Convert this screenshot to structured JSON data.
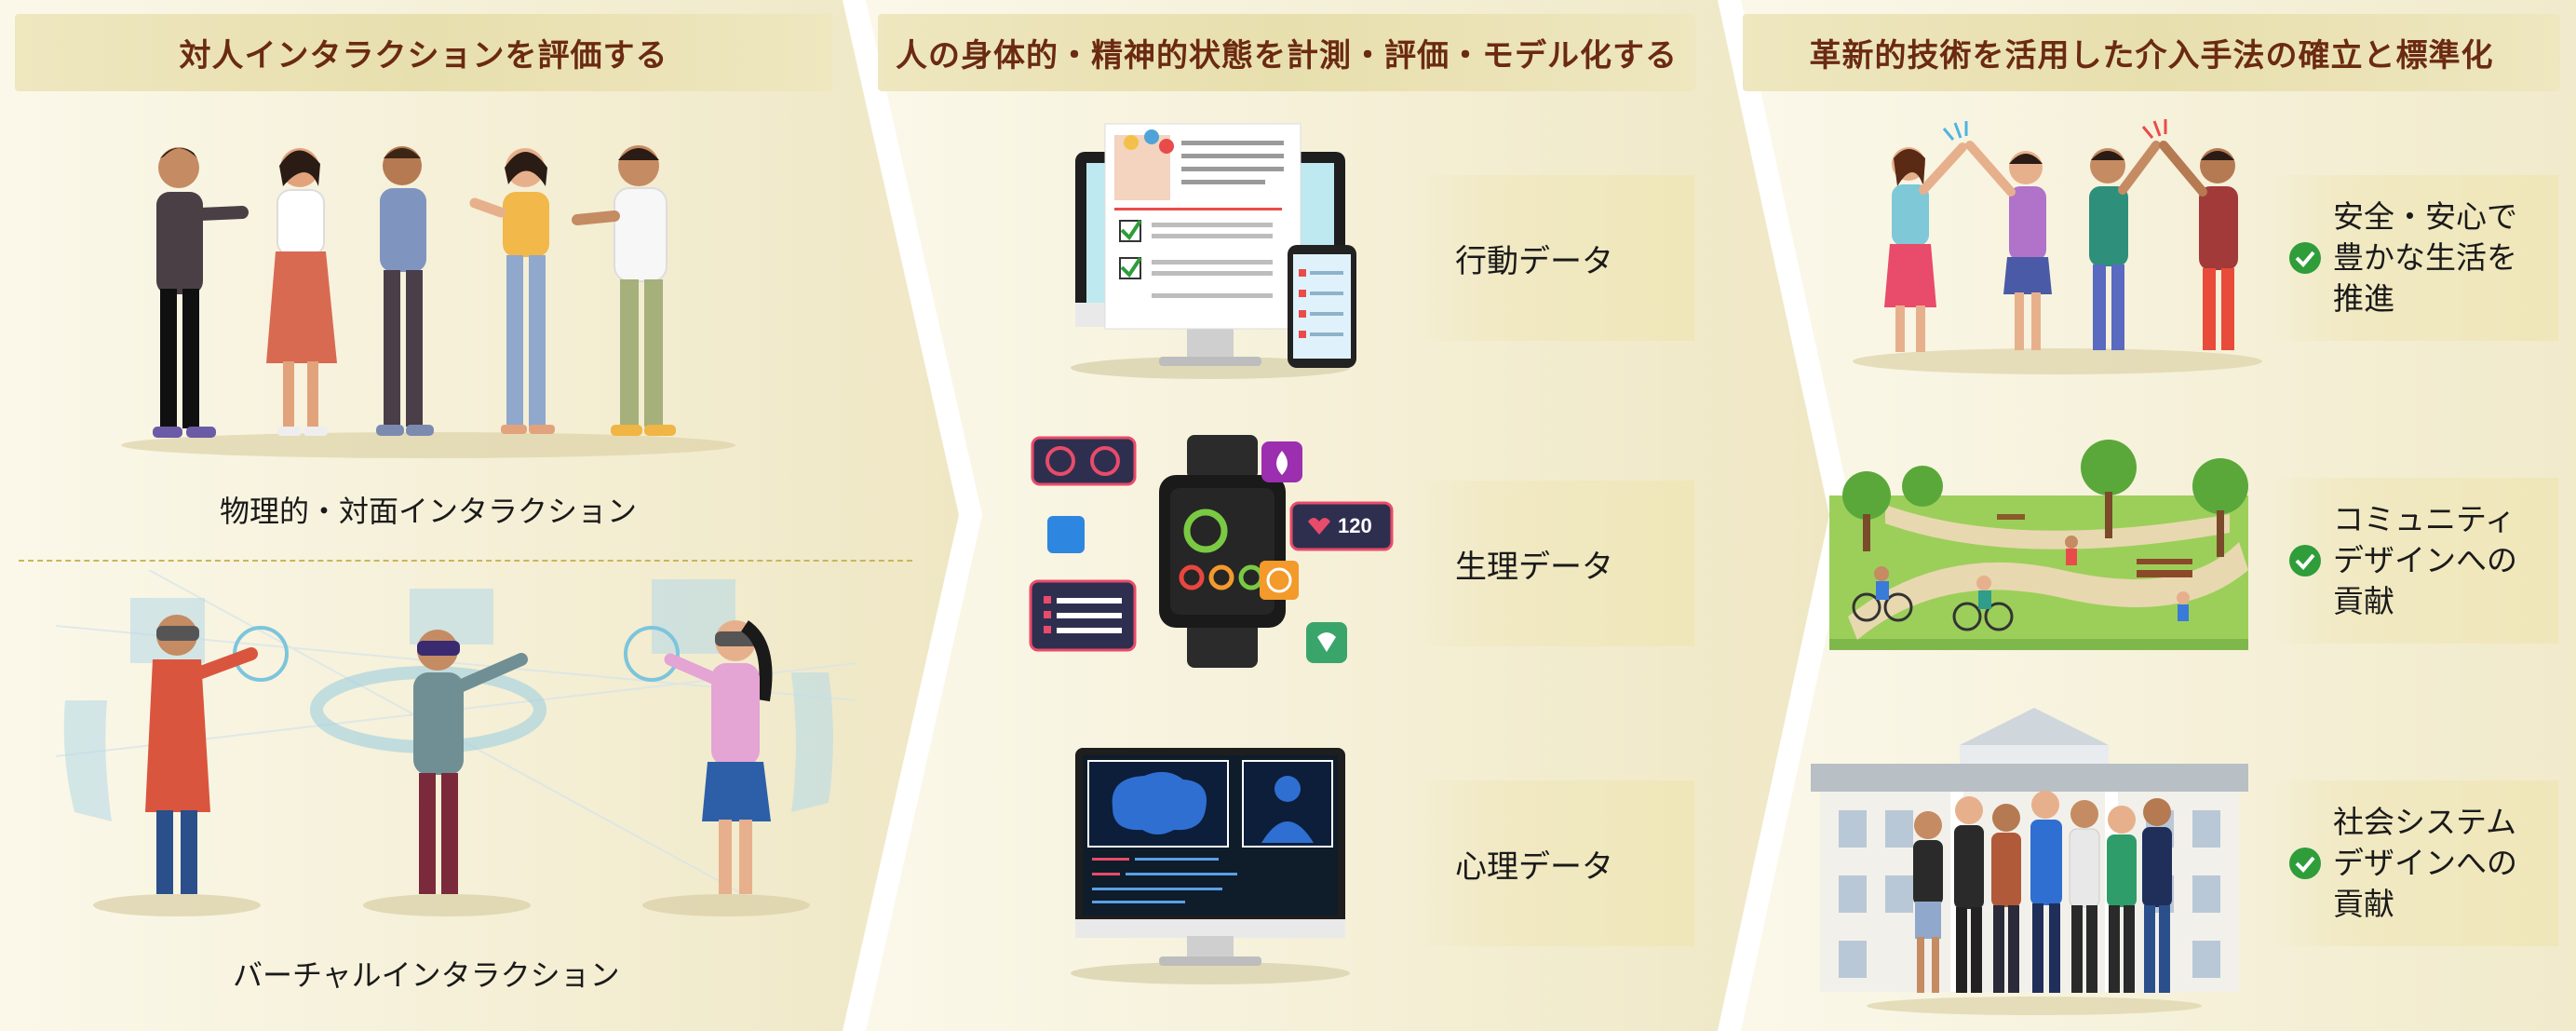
{
  "columns": [
    {
      "header": "対人インタラクションを評価する"
    },
    {
      "header": "人の身体的・精神的状態を計測・評価・モデル化する"
    },
    {
      "header": "革新的技術を活用した介入手法の確立と標準化"
    }
  ],
  "interaction": {
    "physical_label": "物理的・対面インタラクション",
    "virtual_label": "バーチャルインタラクション"
  },
  "data_types": [
    {
      "label": "行動データ"
    },
    {
      "label": "生理データ"
    },
    {
      "label": "心理データ"
    }
  ],
  "watch": {
    "heart_rate": "120"
  },
  "goals": [
    {
      "text": "安全・安心で\n豊かな生活を\n推進"
    },
    {
      "text": "コミュニティ\nデザインへの\n貢献"
    },
    {
      "text": "社会システム\nデザインへの\n貢献"
    }
  ],
  "colors": {
    "header_text": "#6b2a12",
    "header_bg": "#e8dfae",
    "check": "#2e9d3a",
    "panel": "#f3edcf"
  }
}
